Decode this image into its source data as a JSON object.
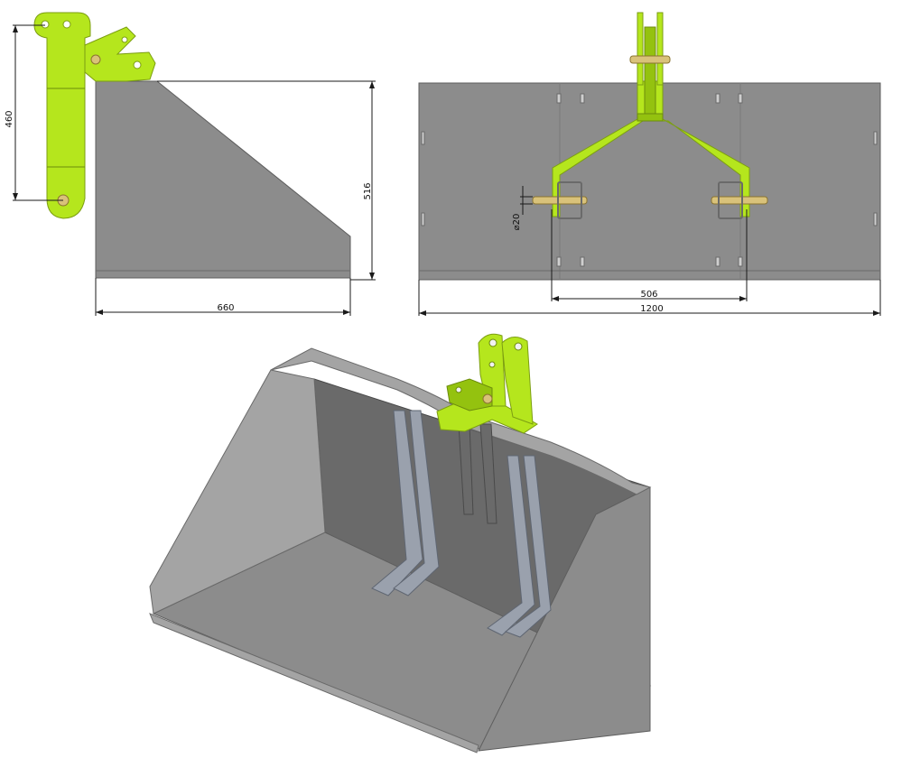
{
  "colors": {
    "frame_green": "#b5e61d",
    "bucket_steel": "#8c8c8c",
    "dimension_line": "#1a1a1a"
  },
  "side_view": {
    "dim_mount_height": "460",
    "dim_total_height": "516",
    "dim_depth": "660"
  },
  "front_view": {
    "dim_pin_diameter": "⌀20",
    "dim_pin_spacing": "506",
    "dim_width": "1200"
  }
}
